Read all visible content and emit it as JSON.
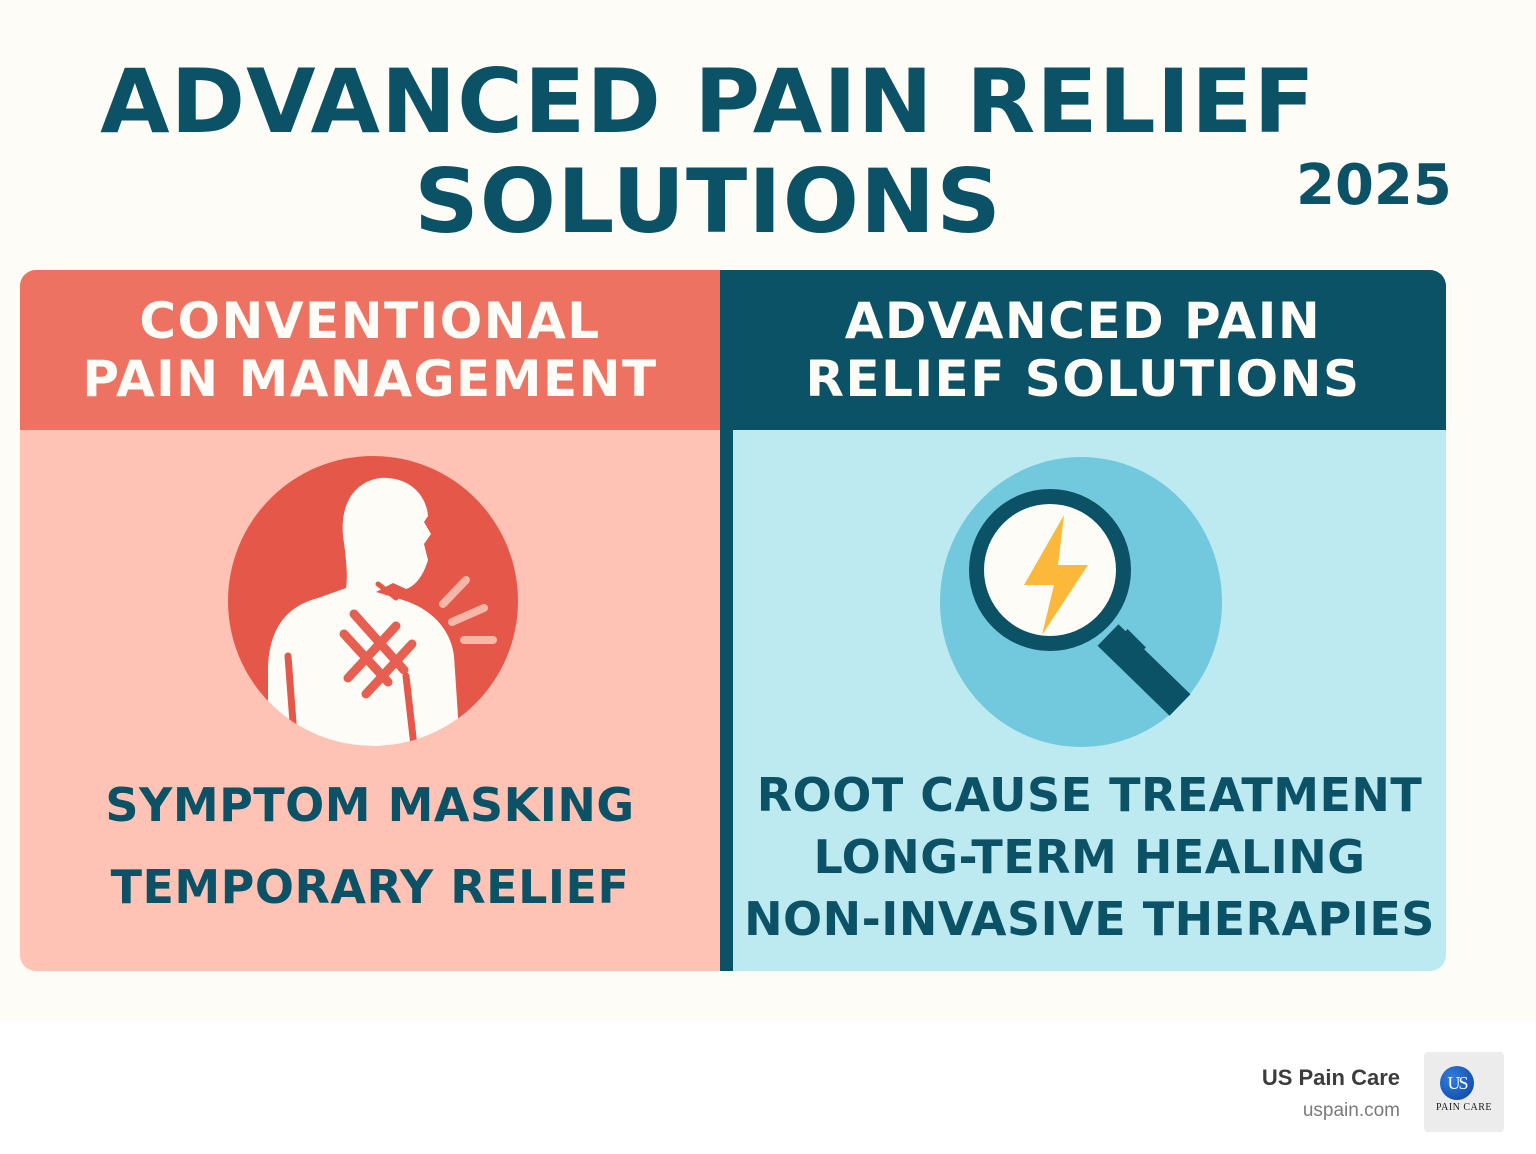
{
  "header": {
    "title_line1": "ADVANCED PAIN RELIEF",
    "title_line2": "SOLUTIONS",
    "year": "2025"
  },
  "comparison": {
    "left": {
      "heading_line1": "CONVENTIONAL",
      "heading_line2": "PAIN MANAGEMENT",
      "icon": "person-shoulder-pain-icon",
      "points": [
        "SYMPTOM MASKING",
        "TEMPORARY RELIEF"
      ],
      "header_color": "#ee7262",
      "body_color": "#fec3b5",
      "icon_circle_color": "#e55748"
    },
    "right": {
      "heading_line1": "ADVANCED PAIN",
      "heading_line2": "RELIEF SOLUTIONS",
      "icon": "magnifier-lightning-icon",
      "points": [
        "ROOT CAUSE TREATMENT",
        "LONG-TERM HEALING",
        "NON-INVASIVE THERAPIES"
      ],
      "header_color": "#0b5266",
      "body_color": "#bde9f0",
      "icon_circle_color": "#72c8dd"
    }
  },
  "colors": {
    "primary_text": "#0b5266",
    "background": "#fdfcf7",
    "accent_yellow": "#fbb83b"
  },
  "attribution": {
    "name": "US Pain Care",
    "url": "uspain.com",
    "logo_mark": "US",
    "logo_text": "PAIN CARE"
  }
}
